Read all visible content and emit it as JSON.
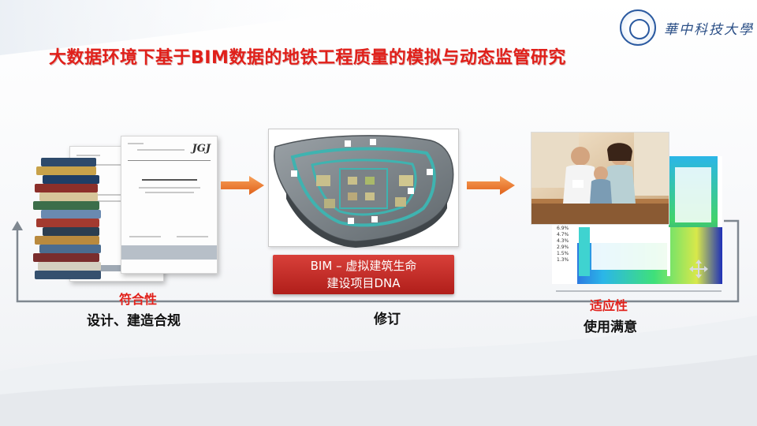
{
  "slide": {
    "title": "大数据环境下基于BIM数据的地铁工程质量的模拟与动态监管研究",
    "logo_text": "華中科技大學"
  },
  "doc": {
    "standard_code": "JGJ"
  },
  "bim": {
    "caption_line1": "BIM – 虚拟建筑生命",
    "caption_line2": "建设项目DNA"
  },
  "labels": {
    "left_title": "符合性",
    "left_sub": "设计、建造合规",
    "middle_sub": "修订",
    "right_title": "适应性",
    "right_sub": "使用满意"
  },
  "heatmap": {
    "values": [
      "6.9%",
      "4.7%",
      "4.3%",
      "2.9%",
      "1.5%",
      "1.3%"
    ]
  },
  "colors": {
    "title_red": "#e0201a",
    "arrow_orange": "#f0782a",
    "caption_red": "#c42a24",
    "loop_gray": "#7f8790"
  }
}
